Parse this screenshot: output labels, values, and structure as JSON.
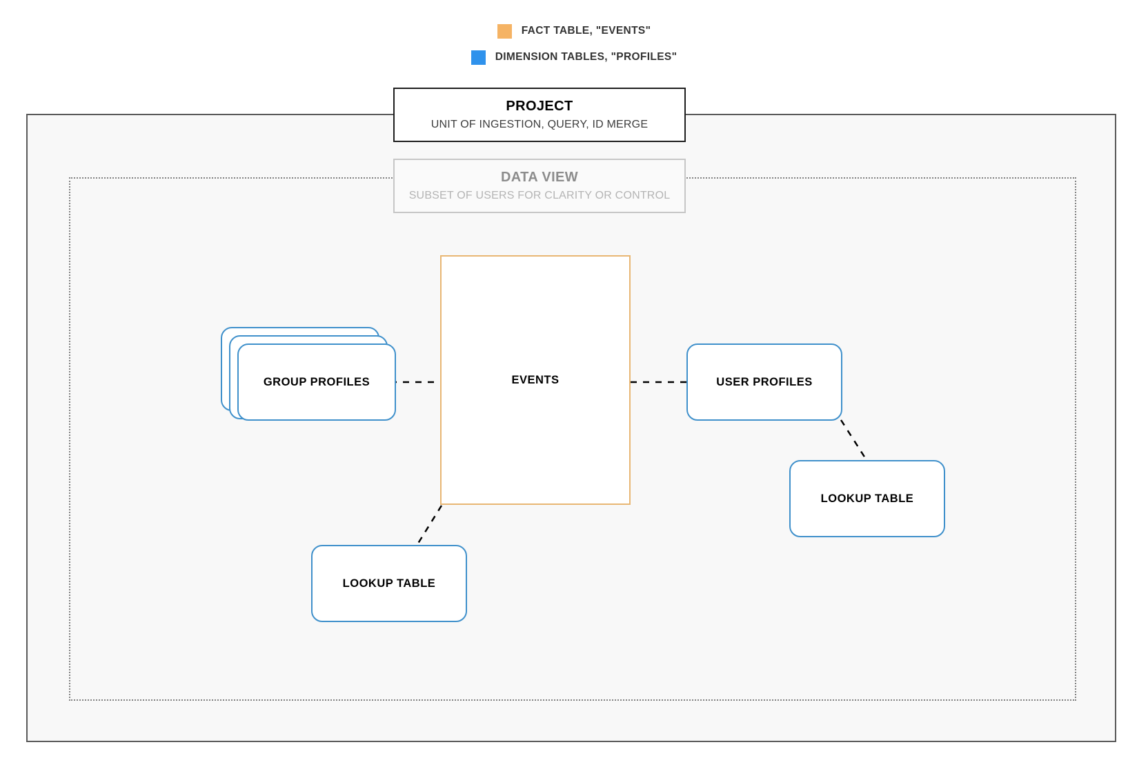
{
  "legend": {
    "items": [
      {
        "label": "FACT TABLE, \"EVENTS\"",
        "color": "#f5b364",
        "swatch_name": "fact-table-swatch"
      },
      {
        "label": "DIMENSION TABLES, \"PROFILES\"",
        "color": "#2f92ec",
        "swatch_name": "dimension-tables-swatch"
      }
    ]
  },
  "project": {
    "title": "PROJECT",
    "subtitle": "UNIT OF INGESTION, QUERY, ID MERGE",
    "border_color": "#1d1d1d",
    "background": "#f8f8f8"
  },
  "data_view": {
    "title": "DATA VIEW",
    "subtitle": "SUBSET OF USERS FOR CLARITY OR CONTROL",
    "border_color": "#c6c6c6",
    "frame_border_color": "#808080"
  },
  "nodes": {
    "events": {
      "label": "EVENTS",
      "border_color": "#e8b673"
    },
    "group_profiles": {
      "label": "GROUP PROFILES",
      "border_color": "#3f90cb",
      "stack_count": 3
    },
    "user_profiles": {
      "label": "USER PROFILES",
      "border_color": "#3f90cb"
    },
    "lookup_table_left": {
      "label": "LOOKUP TABLE",
      "border_color": "#3f90cb"
    },
    "lookup_table_right": {
      "label": "LOOKUP TABLE",
      "border_color": "#3f90cb"
    }
  },
  "connectors": {
    "stroke_color": "#000000",
    "edges": [
      {
        "name": "group-profiles-to-events",
        "from": "group_profiles",
        "to": "events"
      },
      {
        "name": "events-to-user-profiles",
        "from": "events",
        "to": "user_profiles"
      },
      {
        "name": "events-to-lookup-left",
        "from": "events",
        "to": "lookup_table_left"
      },
      {
        "name": "user-profiles-to-lookup-right",
        "from": "user_profiles",
        "to": "lookup_table_right"
      }
    ]
  }
}
